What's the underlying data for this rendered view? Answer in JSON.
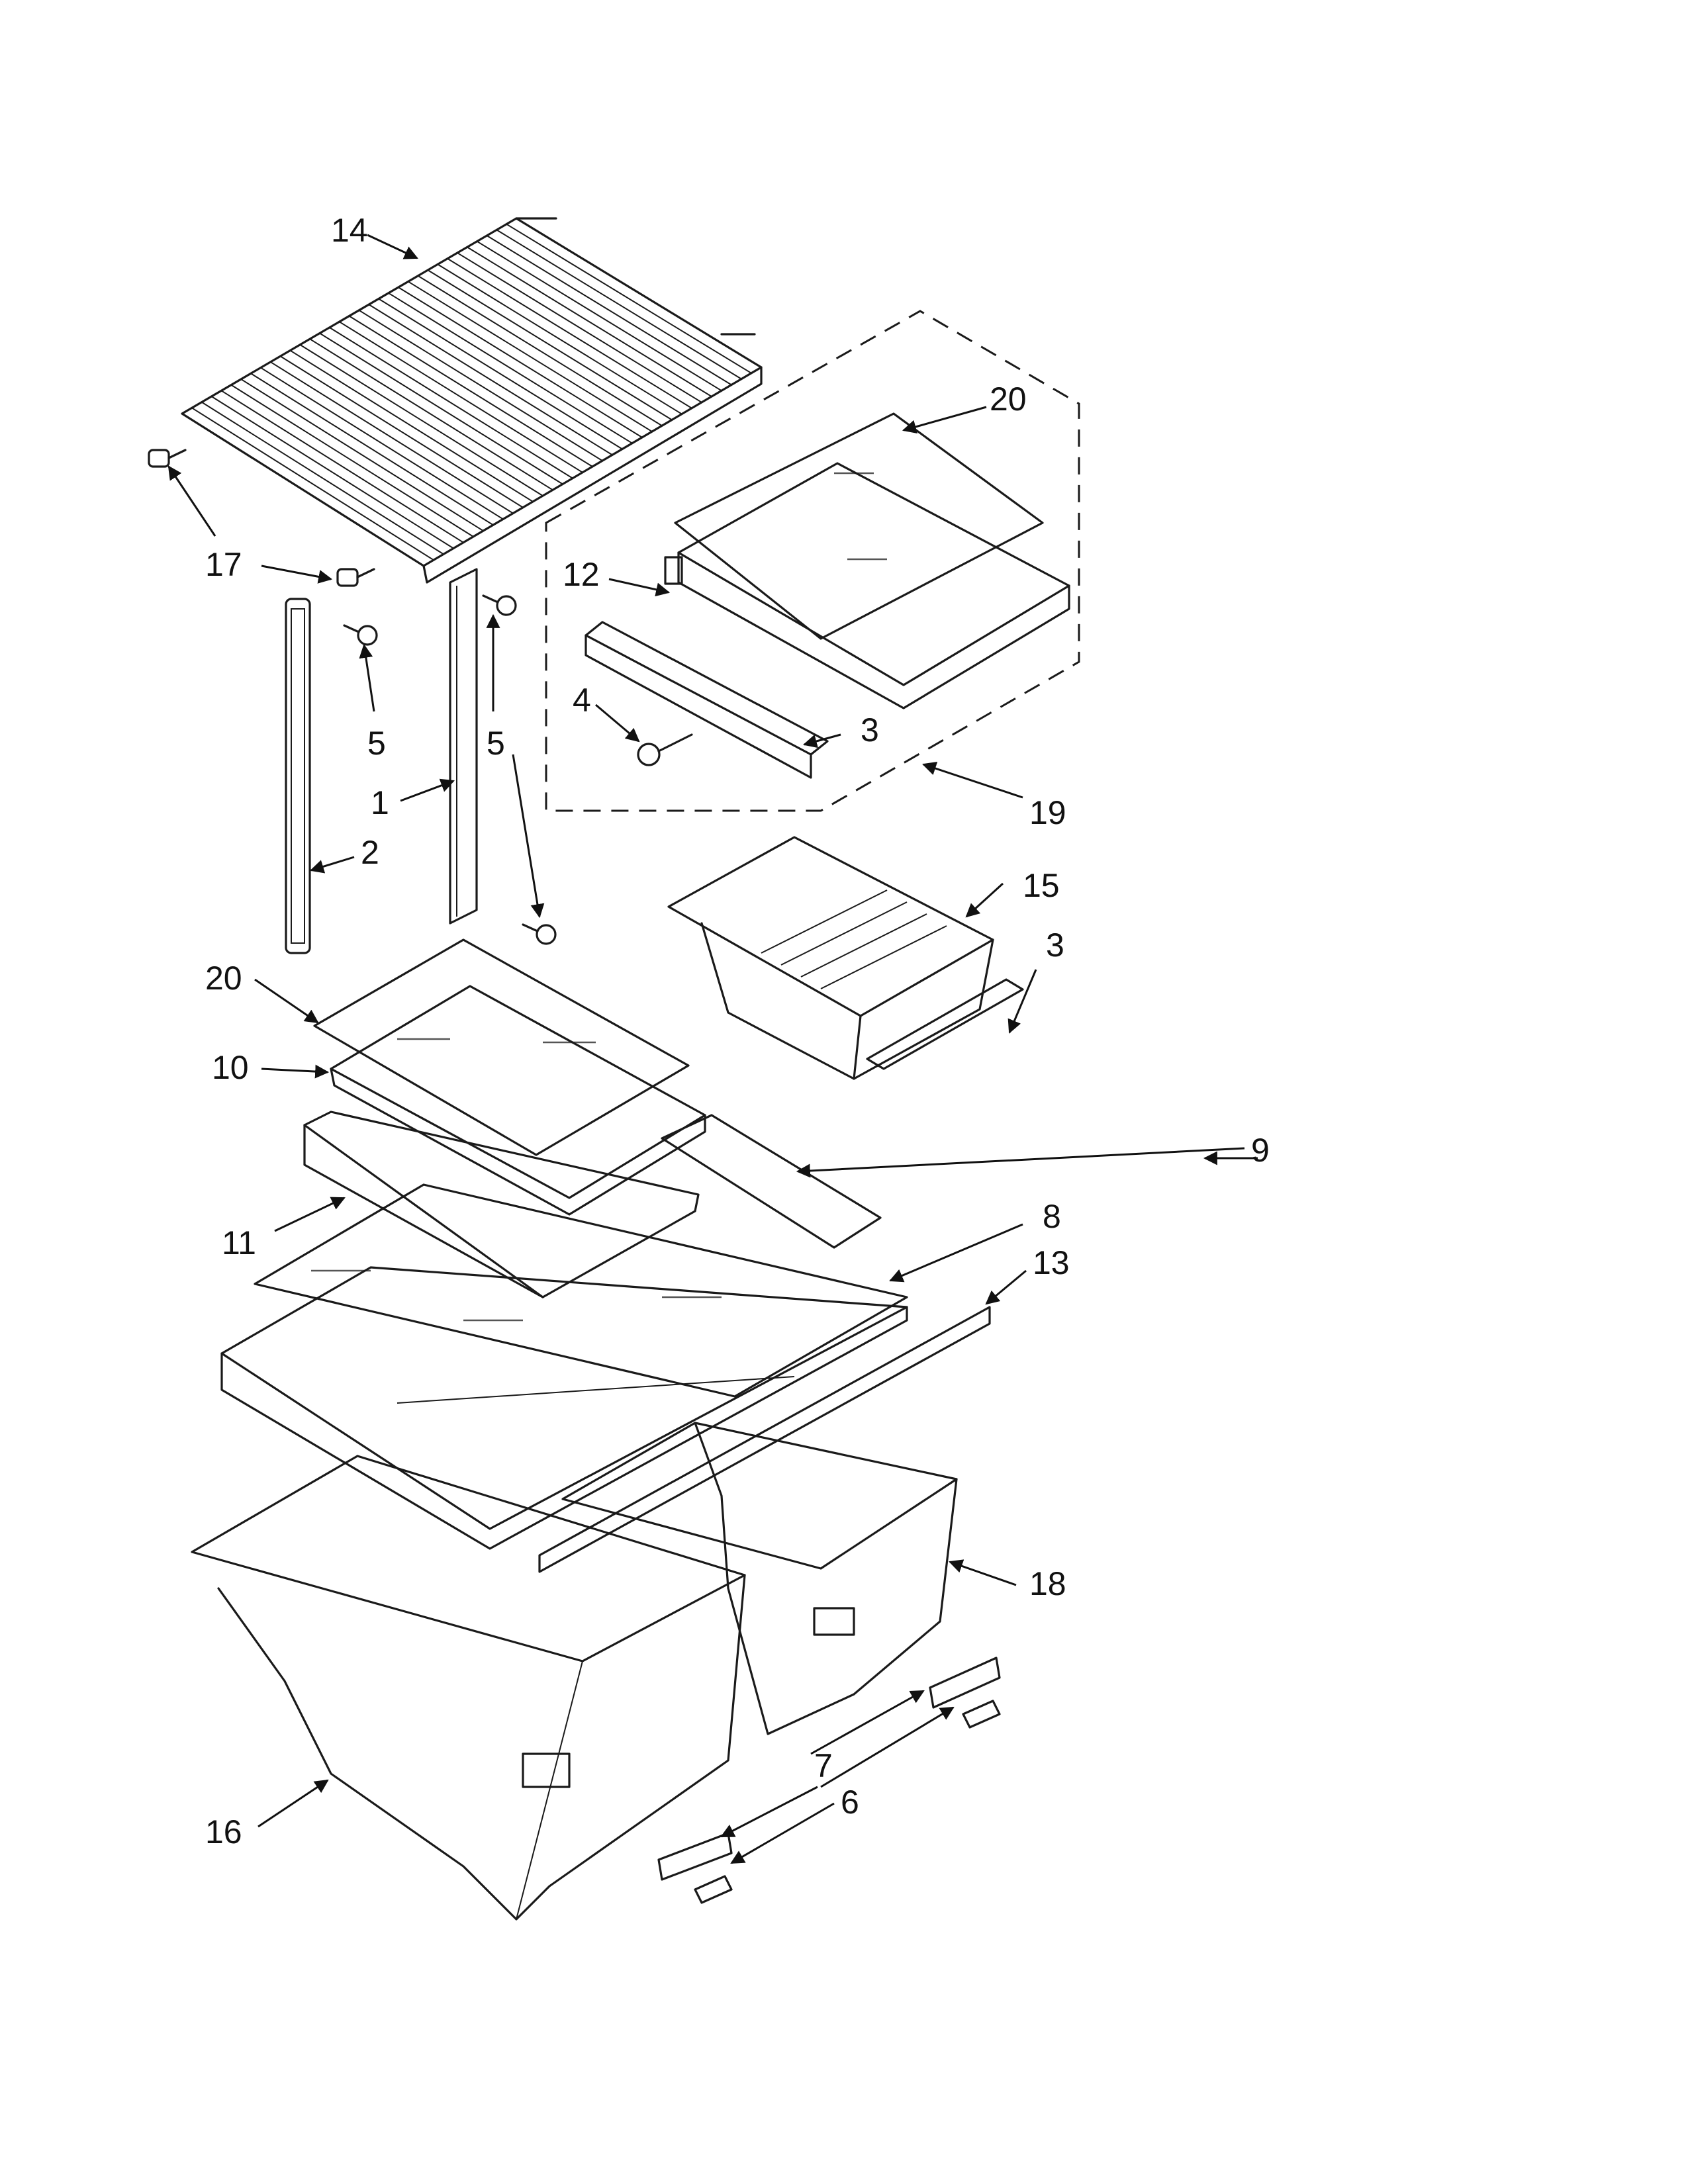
{
  "diagram": {
    "callouts": [
      {
        "id": "c14",
        "label": "14"
      },
      {
        "id": "c17",
        "label": "17"
      },
      {
        "id": "c5a",
        "label": "5"
      },
      {
        "id": "c5b",
        "label": "5"
      },
      {
        "id": "c1",
        "label": "1"
      },
      {
        "id": "c2",
        "label": "2"
      },
      {
        "id": "c20a",
        "label": "20"
      },
      {
        "id": "c12",
        "label": "12"
      },
      {
        "id": "c4",
        "label": "4"
      },
      {
        "id": "c3a",
        "label": "3"
      },
      {
        "id": "c19",
        "label": "19"
      },
      {
        "id": "c15",
        "label": "15"
      },
      {
        "id": "c3b",
        "label": "3"
      },
      {
        "id": "c20b",
        "label": "20"
      },
      {
        "id": "c10",
        "label": "10"
      },
      {
        "id": "c9",
        "label": "9"
      },
      {
        "id": "c11",
        "label": "11"
      },
      {
        "id": "c8",
        "label": "8"
      },
      {
        "id": "c13",
        "label": "13"
      },
      {
        "id": "c18",
        "label": "18"
      },
      {
        "id": "c7",
        "label": "7"
      },
      {
        "id": "c6",
        "label": "6"
      },
      {
        "id": "c16",
        "label": "16"
      }
    ]
  }
}
